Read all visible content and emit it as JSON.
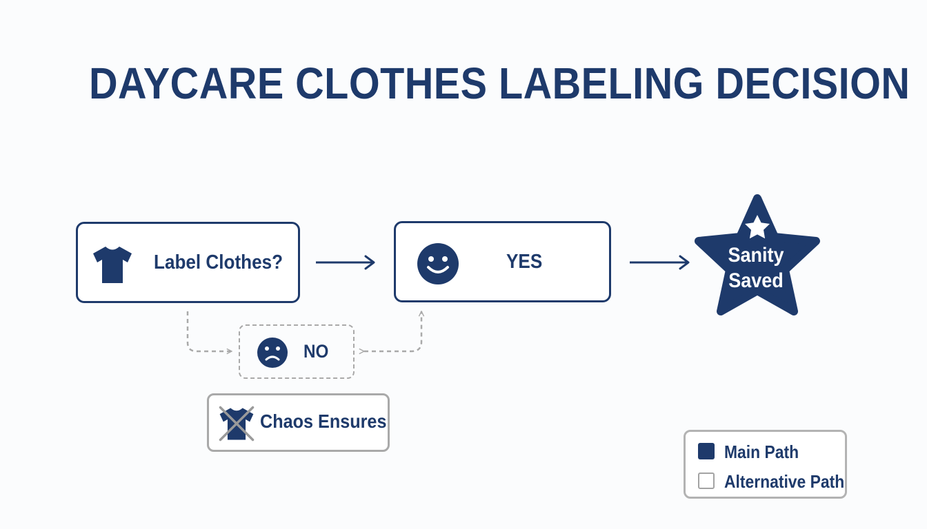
{
  "title": "DAYCARE CLOTHES LABELING DECISION",
  "nodes": {
    "question": "Label Clothes?",
    "yes": "YES",
    "no": "NO",
    "chaos": "Chaos Ensures",
    "outcome_line1": "Sanity",
    "outcome_line2": "Saved"
  },
  "icons": {
    "question": "t-shirt-icon",
    "yes": "smiley-face-icon",
    "no": "sad-face-icon",
    "chaos": "crossed-out-t-shirt-icon",
    "outcome": "star-badge-icon"
  },
  "legend": {
    "main_path": "Main Path",
    "alternative_path": "Alternative Path"
  },
  "colors": {
    "primary": "#1e3a6b",
    "alternative": "#a9a9a9",
    "background": "#fbfcfd"
  }
}
